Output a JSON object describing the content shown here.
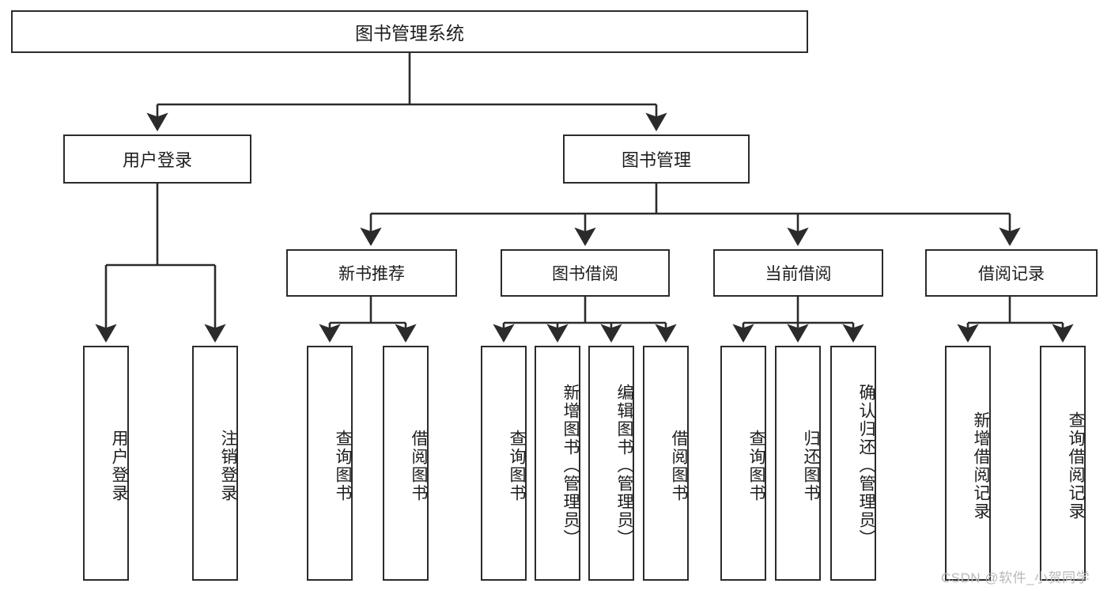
{
  "diagram": {
    "title": "图书管理系统",
    "root": {
      "label": "图书管理系统"
    },
    "level1": [
      {
        "label": "用户登录"
      },
      {
        "label": "图书管理"
      }
    ],
    "level2": [
      {
        "label": "新书推荐"
      },
      {
        "label": "图书借阅"
      },
      {
        "label": "当前借阅"
      },
      {
        "label": "借阅记录"
      }
    ],
    "leaves": {
      "user_login": [
        {
          "label": "用户登录"
        },
        {
          "label": "注销登录"
        }
      ],
      "new_book_recommend": [
        {
          "label": "查询图书"
        },
        {
          "label": "借阅图书"
        }
      ],
      "book_borrow": [
        {
          "label": "查询图书"
        },
        {
          "label": "新增图书（管理员）"
        },
        {
          "label": "编辑图书（管理员）"
        },
        {
          "label": "借阅图书"
        }
      ],
      "current_borrow": [
        {
          "label": "查询图书"
        },
        {
          "label": "归还图书"
        },
        {
          "label": "确认归还（管理员）"
        }
      ],
      "borrow_record": [
        {
          "label": "新增借阅记录"
        },
        {
          "label": "查询借阅记录"
        }
      ]
    }
  },
  "watermark": {
    "text": "CSDN @软件_小贺同学"
  },
  "colors": {
    "background": "#ffffff",
    "box_fill": "#ffffff",
    "box_stroke": "#2b2b2b",
    "connector": "#2b2b2b",
    "text": "#1d1d1d",
    "watermark": "#b9b9b9"
  }
}
